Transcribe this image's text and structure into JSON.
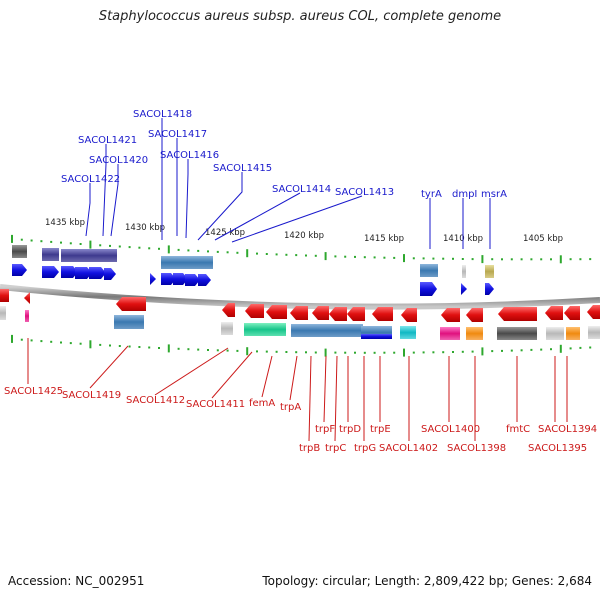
{
  "title": "Staphylococcus aureus subsp. aureus COL, complete genome",
  "footer": {
    "accession": "Accession: NC_002951",
    "summary": "Topology: circular; Length: 2,809,422 bp; Genes: 2,684"
  },
  "scale_ticks": [
    "1435 kbp",
    "1430 kbp",
    "1425 kbp",
    "1420 kbp",
    "1415 kbp",
    "1410 kbp",
    "1405 kbp"
  ],
  "top_labels": [
    "SACOL1418",
    "SACOL1417",
    "SACOL1421",
    "SACOL1416",
    "SACOL1420",
    "SACOL1415",
    "SACOL1422",
    "SACOL1414",
    "SACOL1413",
    "tyrA",
    "dmpI",
    "msrA"
  ],
  "bottom_labels": [
    "SACOL1425",
    "SACOL1419",
    "SACOL1412",
    "SACOL1411",
    "femA",
    "trpA",
    "trpF",
    "trpB",
    "trpC",
    "trpD",
    "trpG",
    "trpE",
    "SACOL1402",
    "SACOL1400",
    "SACOL1398",
    "fmtC",
    "SACOL1394",
    "SACOL1395"
  ],
  "colors": {
    "forward": "#1414e6",
    "reverse": "#e61414",
    "backbone": "#8c8c8c",
    "dots": "#2ea82e"
  }
}
